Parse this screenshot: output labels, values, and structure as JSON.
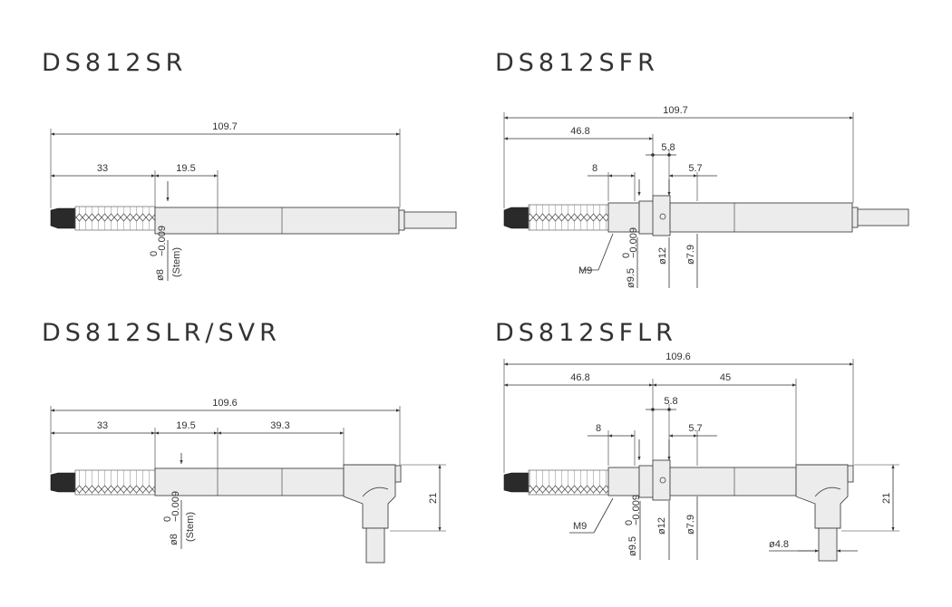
{
  "models": [
    {
      "title": "DS812SR",
      "dims": {
        "overall": "109.7",
        "to_stem": "33",
        "stem_len": "19.5",
        "stem_dia": "ø8",
        "stem_tol_upper": "0",
        "stem_tol_lower": "−0.009",
        "stem_note": "(Stem)"
      }
    },
    {
      "title": "DS812SFR",
      "dims": {
        "overall": "109.7",
        "to_flange": "46.8",
        "flange_w": "5.8",
        "thread_len": "8",
        "flange_off": "5.7",
        "thread": "M9",
        "dia_95": "ø9.5",
        "dia_95_tol_upper": "0",
        "dia_95_tol_lower": "−0.009",
        "dia_12": "ø12",
        "dia_79": "ø7.9"
      }
    },
    {
      "title": "DS812SLR/SVR",
      "dims": {
        "overall": "109.6",
        "to_stem": "33",
        "stem_len": "19.5",
        "body_len": "39.3",
        "height": "21",
        "stem_dia": "ø8",
        "stem_tol_upper": "0",
        "stem_tol_lower": "−0.009",
        "stem_note": "(Stem)"
      }
    },
    {
      "title": "DS812SFLR",
      "dims": {
        "overall": "109.6",
        "to_flange": "46.8",
        "body_len": "45",
        "flange_w": "5.8",
        "thread_len": "8",
        "flange_off": "5.7",
        "height": "21",
        "thread": "M9",
        "dia_95": "ø9.5",
        "dia_95_tol_upper": "0",
        "dia_95_tol_lower": "−0.009",
        "dia_12": "ø12",
        "dia_79": "ø7.9",
        "cable_dia": "ø4.8"
      }
    }
  ]
}
